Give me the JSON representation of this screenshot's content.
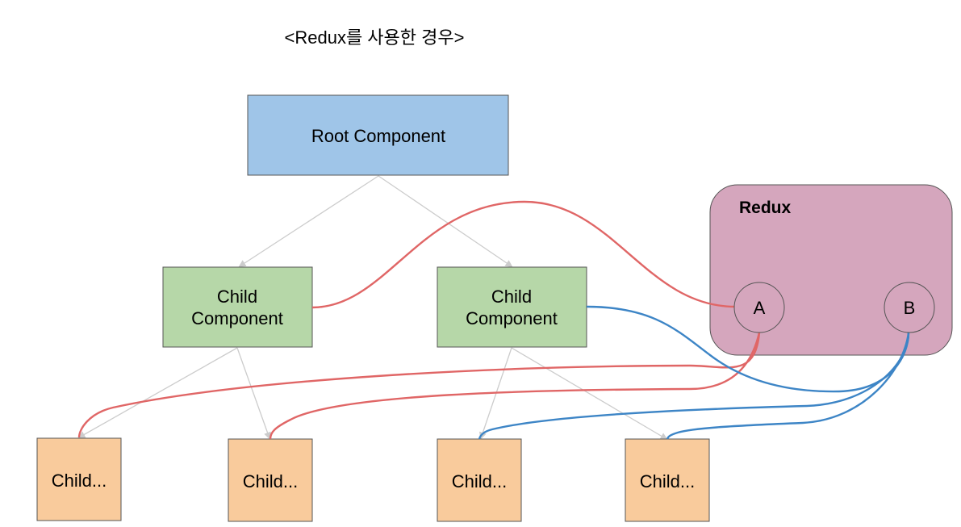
{
  "title": "<Redux를 사용한 경우>",
  "colors": {
    "root_fill": "#9fc5e8",
    "child_fill": "#b6d7a8",
    "leaf_fill": "#f9cb9c",
    "redux_fill": "#d5a6bd",
    "red_link": "#e06666",
    "blue_link": "#3d85c6",
    "tree_edge": "#cccccc"
  },
  "root": {
    "label": "Root Component"
  },
  "children": [
    {
      "line1": "Child",
      "line2": "Component"
    },
    {
      "line1": "Child",
      "line2": "Component"
    }
  ],
  "leaves": [
    {
      "label": "Child..."
    },
    {
      "label": "Child..."
    },
    {
      "label": "Child..."
    },
    {
      "label": "Child..."
    }
  ],
  "redux": {
    "label": "Redux",
    "stores": [
      {
        "label": "A"
      },
      {
        "label": "B"
      }
    ]
  }
}
